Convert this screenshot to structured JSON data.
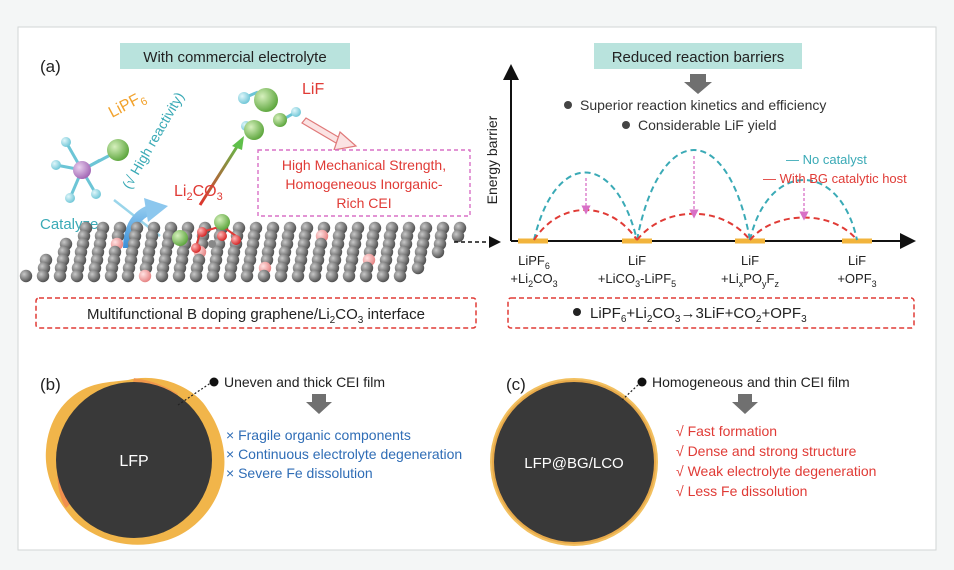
{
  "panel_a": {
    "label": "(a)",
    "left_header": "With commercial electrolyte",
    "lipf6": {
      "base": "LiPF",
      "sub": "6"
    },
    "lif": "LiF",
    "high_reactivity": "(√ High reactivity)",
    "catalyze": "Catalyze",
    "li2co3": {
      "a": "Li",
      "b": "2",
      "c": "CO",
      "d": "3"
    },
    "strength_box": [
      "High Mechanical Strength,",
      "Homogeneous Inorganic-",
      "Rich CEI"
    ],
    "interface_box": [
      "Multifunctional B doping graphene/Li",
      "2",
      "CO",
      "3",
      " interface"
    ],
    "right_header": "Reduced reaction barriers",
    "bullets": [
      "Superior reaction kinetics and efficiency",
      "Considerable LiF yield"
    ],
    "y_axis_label": "Energy barrier",
    "legend": [
      "— No catalyst",
      "— With BG catalytic host"
    ],
    "states": [
      {
        "l1": [
          [
            "LiPF",
            ""
          ],
          [
            "6",
            "sub"
          ]
        ],
        "l2": [
          [
            "+Li",
            ""
          ],
          [
            "2",
            "sub"
          ],
          [
            "CO",
            ""
          ],
          [
            "3",
            "sub"
          ]
        ]
      },
      {
        "l1": [
          [
            "LiF",
            ""
          ]
        ],
        "l2": [
          [
            "+LiCO",
            ""
          ],
          [
            "3",
            "sub"
          ],
          [
            "-LiPF",
            ""
          ],
          [
            "5",
            "sub"
          ]
        ]
      },
      {
        "l1": [
          [
            "LiF",
            ""
          ]
        ],
        "l2": [
          [
            "+Li",
            ""
          ],
          [
            "x",
            "sub"
          ],
          [
            "PO",
            ""
          ],
          [
            "y",
            "sub"
          ],
          [
            "F",
            ""
          ],
          [
            "z",
            "sub"
          ]
        ]
      },
      {
        "l1": [
          [
            "LiF",
            ""
          ]
        ],
        "l2": [
          [
            "+OPF",
            ""
          ],
          [
            "3",
            "sub"
          ]
        ]
      }
    ],
    "equation": [
      [
        "LiPF",
        ""
      ],
      [
        "6",
        "sub"
      ],
      [
        "+Li",
        ""
      ],
      [
        "2",
        "sub"
      ],
      [
        "CO",
        ""
      ],
      [
        "3",
        "sub"
      ],
      [
        "→3LiF+CO",
        ""
      ],
      [
        "2",
        "sub"
      ],
      [
        "+OPF",
        ""
      ],
      [
        "3",
        "sub"
      ]
    ]
  },
  "panel_b": {
    "label": "(b)",
    "particle_label": "LFP",
    "film_label": "Uneven and thick CEI film",
    "items": [
      "× Fragile organic components",
      "× Continuous electrolyte degeneration",
      "× Severe Fe dissolution"
    ]
  },
  "panel_c": {
    "label": "(c)",
    "particle_label": "LFP@BG/LCO",
    "film_label": "Homogeneous and thin CEI film",
    "items": [
      "√ Fast formation",
      "√ Dense and strong structure",
      "√ Weak electrolyte degeneration",
      "√ Less Fe dissolution"
    ]
  },
  "colors": {
    "header_bg": "#b9e3dd",
    "red": "#e03b36",
    "blue": "#2f6db6",
    "teal": "#3aaab6",
    "orange": "#f2b43c",
    "yellow_label": "#f2a22c",
    "pink_dash": "#d870c6",
    "green_atom": "#7fc35a",
    "dark_particle": "#383838",
    "arrow_grey": "#707070"
  }
}
